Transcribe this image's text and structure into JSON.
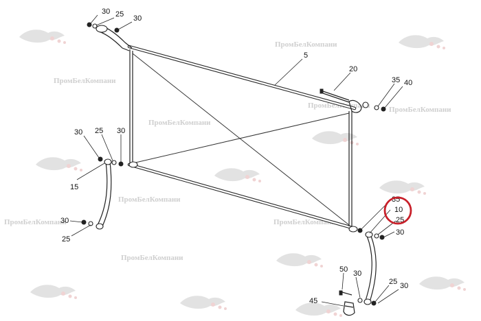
{
  "watermark": {
    "text": "ПромБелКомпани"
  },
  "callouts": [
    {
      "id": "c1",
      "text": "30"
    },
    {
      "id": "c2",
      "text": "25"
    },
    {
      "id": "c3",
      "text": "30"
    },
    {
      "id": "c4",
      "text": "5"
    },
    {
      "id": "c5",
      "text": "20"
    },
    {
      "id": "c6",
      "text": "35"
    },
    {
      "id": "c7",
      "text": "40"
    },
    {
      "id": "c8",
      "text": "30"
    },
    {
      "id": "c9",
      "text": "25"
    },
    {
      "id": "c10",
      "text": "30"
    },
    {
      "id": "c11",
      "text": "15"
    },
    {
      "id": "c12",
      "text": "30"
    },
    {
      "id": "c13",
      "text": "25"
    },
    {
      "id": "c14",
      "text": "35"
    },
    {
      "id": "c15",
      "text": "10"
    },
    {
      "id": "c16",
      "text": "25"
    },
    {
      "id": "c17",
      "text": "30"
    },
    {
      "id": "c18",
      "text": "50"
    },
    {
      "id": "c19",
      "text": "30"
    },
    {
      "id": "c20",
      "text": "25"
    },
    {
      "id": "c21",
      "text": "30"
    },
    {
      "id": "c22",
      "text": "45"
    }
  ],
  "highlight": {
    "color": "#c8202a",
    "target": "10"
  }
}
